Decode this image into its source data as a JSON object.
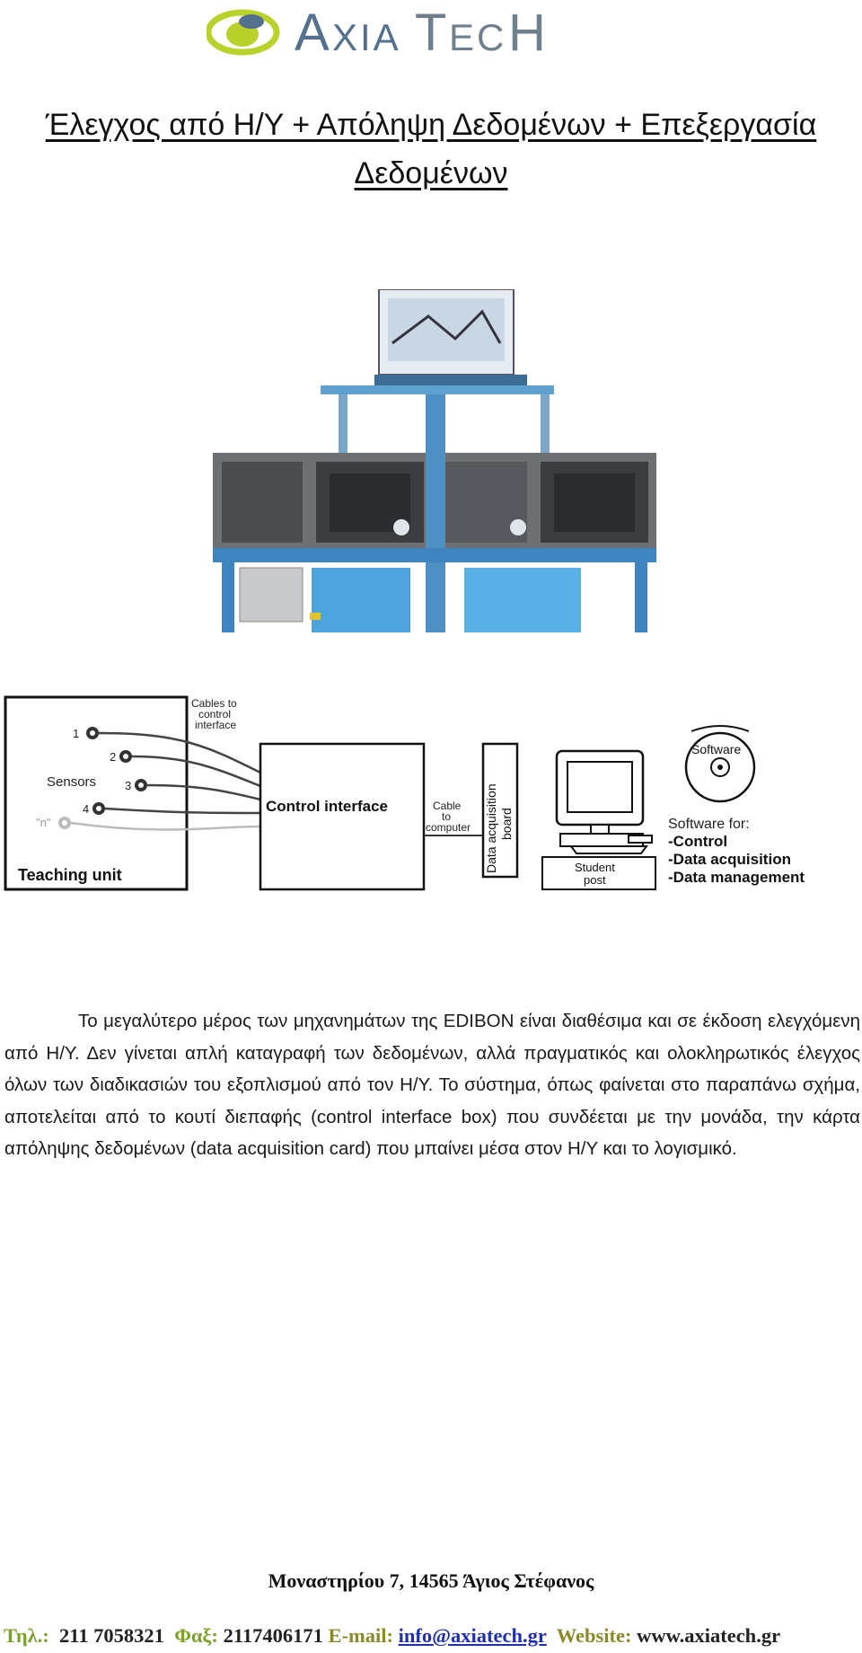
{
  "header": {
    "logo_text": "AxiaTech",
    "brand_colors": {
      "green": "#b9d12a",
      "blue_gray": "#53708c"
    }
  },
  "title": "Έλεγχος από Η/Υ + Απόληψη Δεδομένων + Επεξεργασία Δεδομένων",
  "diagram": {
    "cables_label": [
      "Cables to",
      "control",
      "interface"
    ],
    "sensors_label": "Sensors",
    "sensor_numbers": [
      "1",
      "2",
      "3",
      "4",
      "\"n\""
    ],
    "teaching_unit": "Teaching unit",
    "control_interface": "Control interface",
    "cable_label": [
      "Cable",
      "to",
      "computer"
    ],
    "daq_board": [
      "Data acquisition",
      "board"
    ],
    "student_post": [
      "Student",
      "post"
    ],
    "software_badge": "Software",
    "software_for": "Software for:",
    "software_items": [
      "-Control",
      "-Data acquisition",
      "-Data management"
    ]
  },
  "body_text": "Το μεγαλύτερο μέρος των μηχανημάτων της EDIBON είναι διαθέσιμα και σε έκδοση ελεγχόμενη από Η/Υ. Δεν γίνεται απλή καταγραφή των δεδομένων, αλλά πραγματικός και ολοκληρωτικός έλεγχος όλων των διαδικασιών του εξοπλισμού από τον Η/Υ. Το σύστημα, όπως φαίνεται στο παραπάνω σχήμα, αποτελείται από το κουτί διεπαφής (control interface box) που συνδέεται με την μονάδα, την κάρτα απόληψης δεδομένων (data acquisition card) που μπαίνει μέσα στον Η/Υ και το λογισμικό.",
  "footer": {
    "address": "Μοναστηρίου 7, 14565  Άγιος Στέφανος",
    "phone_label": "Τηλ.:",
    "phone": "211 7058321",
    "fax_label": "Φαξ:",
    "fax": "2117406171",
    "email_label": "E-mail:",
    "email": "info@axiatech.gr",
    "website_label": "Website:",
    "website": "www.axiatech.gr"
  }
}
